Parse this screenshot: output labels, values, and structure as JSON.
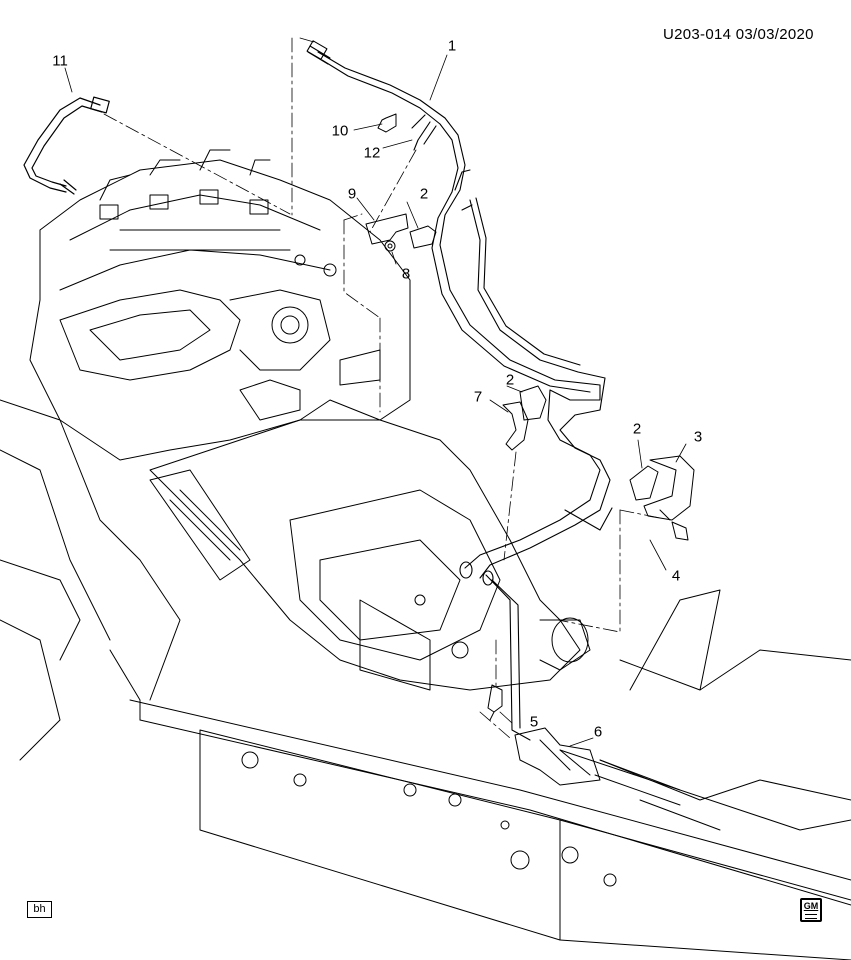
{
  "document_id": "U203-014  03/03/2020",
  "illustrator_code": "bh",
  "logo": {
    "icon": "gm-logo-icon",
    "text": "GM"
  },
  "callouts": [
    "1",
    "2",
    "2",
    "2",
    "3",
    "4",
    "5",
    "6",
    "7",
    "8",
    "9",
    "10",
    "11",
    "12"
  ],
  "colors": {
    "line": "#000000",
    "background": "#ffffff"
  }
}
